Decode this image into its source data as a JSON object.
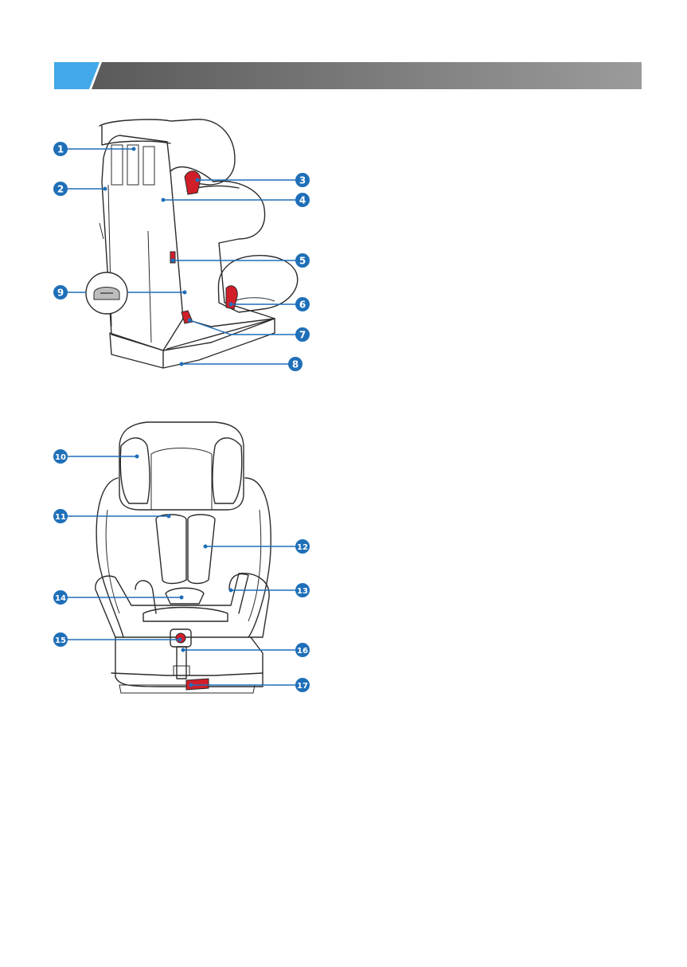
{
  "header": {
    "accent_color": "#42a8e8",
    "bar_gradient_start": "#5a5a5a",
    "bar_gradient_end": "#9b9b9b"
  },
  "callouts": {
    "color": "#1f6fb8",
    "highlight_color": "#d11f2a",
    "items": [
      {
        "num": "1"
      },
      {
        "num": "2"
      },
      {
        "num": "3"
      },
      {
        "num": "4"
      },
      {
        "num": "5"
      },
      {
        "num": "6"
      },
      {
        "num": "7"
      },
      {
        "num": "8"
      },
      {
        "num": "9"
      },
      {
        "num": "10"
      },
      {
        "num": "11"
      },
      {
        "num": "12"
      },
      {
        "num": "13"
      },
      {
        "num": "14"
      },
      {
        "num": "15"
      },
      {
        "num": "16"
      },
      {
        "num": "17"
      }
    ]
  }
}
